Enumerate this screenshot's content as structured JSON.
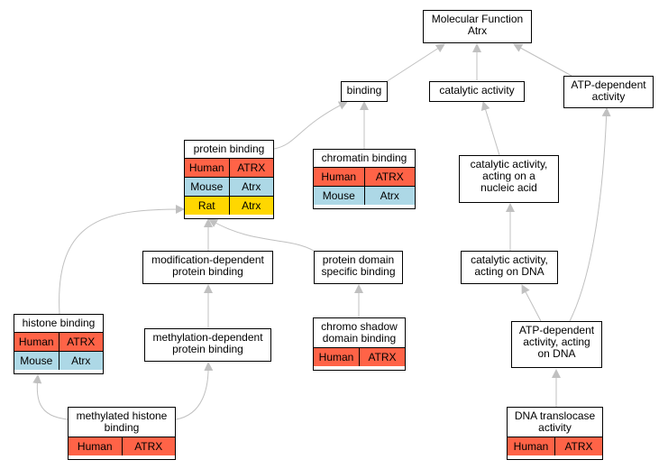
{
  "colors": {
    "human": "#FF6347",
    "mouse": "#ADD8E6",
    "rat": "#FFD700",
    "edge": "#C0C0C0"
  },
  "nodes": {
    "mf_root": {
      "title": [
        "Molecular Function",
        "Atrx"
      ]
    },
    "binding": {
      "title": [
        "binding"
      ]
    },
    "catalytic": {
      "title": [
        "catalytic activity"
      ]
    },
    "atp_dep": {
      "title": [
        "ATP-dependent",
        "activity"
      ]
    },
    "protein_binding": {
      "title": [
        "protein binding"
      ],
      "rows": [
        {
          "species": "Human",
          "gene": "ATRX",
          "color": "human"
        },
        {
          "species": "Mouse",
          "gene": "Atrx",
          "color": "mouse"
        },
        {
          "species": "Rat",
          "gene": "Atrx",
          "color": "rat"
        }
      ]
    },
    "chromatin_binding": {
      "title": [
        "chromatin binding"
      ],
      "rows": [
        {
          "species": "Human",
          "gene": "ATRX",
          "color": "human"
        },
        {
          "species": "Mouse",
          "gene": "Atrx",
          "color": "mouse"
        }
      ]
    },
    "cat_nucleic": {
      "title": [
        "catalytic activity,",
        "acting on a",
        "nucleic acid"
      ]
    },
    "mod_dep": {
      "title": [
        "modification-dependent",
        "protein binding"
      ]
    },
    "prot_domain": {
      "title": [
        "protein domain",
        "specific binding"
      ]
    },
    "cat_dna": {
      "title": [
        "catalytic activity,",
        "acting on DNA"
      ]
    },
    "histone_binding": {
      "title": [
        "histone binding"
      ],
      "rows": [
        {
          "species": "Human",
          "gene": "ATRX",
          "color": "human"
        },
        {
          "species": "Mouse",
          "gene": "Atrx",
          "color": "mouse"
        }
      ]
    },
    "meth_dep": {
      "title": [
        "methylation-dependent",
        "protein binding"
      ]
    },
    "chromo_shadow": {
      "title": [
        "chromo shadow",
        "domain binding"
      ],
      "rows": [
        {
          "species": "Human",
          "gene": "ATRX",
          "color": "human"
        }
      ]
    },
    "atp_dna": {
      "title": [
        "ATP-dependent",
        "activity, acting",
        "on DNA"
      ]
    },
    "meth_histone": {
      "title": [
        "methylated histone",
        "binding"
      ],
      "rows": [
        {
          "species": "Human",
          "gene": "ATRX",
          "color": "human"
        }
      ]
    },
    "dna_transloc": {
      "title": [
        "DNA translocase",
        "activity"
      ],
      "rows": [
        {
          "species": "Human",
          "gene": "ATRX",
          "color": "human"
        }
      ]
    }
  }
}
